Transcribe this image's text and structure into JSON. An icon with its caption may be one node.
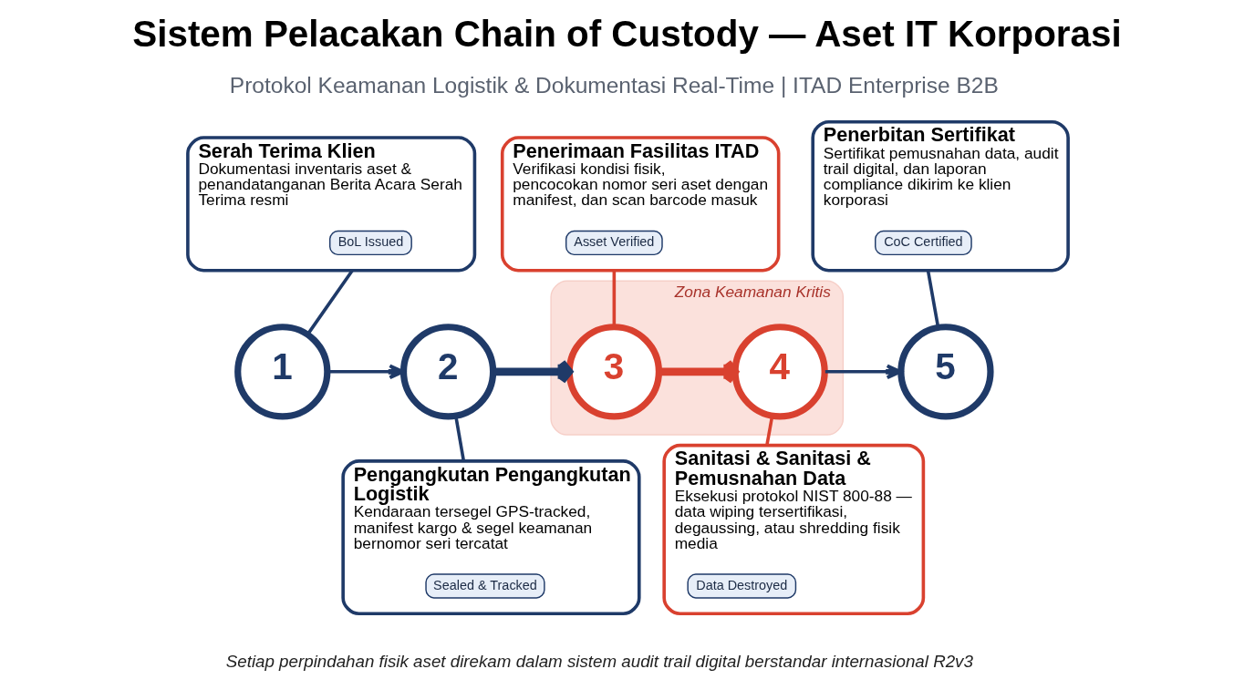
{
  "diagram": {
    "title": "Sistem Pelacakan Chain of Custody — Aset IT Korporasi",
    "caption": "Setiap perpindahan fisik aset direkam dalam sistem audit trail digital berstandar internasional R2v3",
    "nodes": [
      {
        "text": [
          "Serah Terima Klien",
          "Dokumentasi inventaris aset & penandatanganan Berita Acara Serah Terima resmi"
        ]
      },
      {
        "text": [
          "BoL Issued"
        ],
        "in": 0
      },
      {
        "text": [
          "Penerimaan Fasilitas ITAD",
          "Verifikasi kondisi fisik, pencocokan nomor seri aset dengan manifest, dan scan barcode masuk"
        ]
      },
      {
        "text": [
          "Asset Verified"
        ],
        "in": 2
      },
      {
        "text": [
          "Penerbitan Sertifikat",
          "Sertifikat pemusnahan data, audit trail digital, dan laporan compliance dikirim ke klien korporasi"
        ]
      },
      {
        "text": [
          "CoC Certified"
        ],
        "in": 4
      },
      {
        "text": [
          "1"
        ]
      },
      {
        "text": [
          "2"
        ]
      },
      {
        "text": [
          "Zona Keamanan Kritis"
        ]
      },
      {
        "text": [
          "3"
        ],
        "in": 8
      },
      {
        "text": [
          "4"
        ],
        "in": 8
      },
      {
        "text": [
          "5"
        ]
      },
      {
        "text": [
          "Pengangkutan Pengangkutan Logistik",
          "Kendaraan tersegel GPS-tracked, manifest kargo & segel keamanan bernomor seri tercatat"
        ]
      },
      {
        "text": [
          "Sealed & Tracked"
        ],
        "in": 12
      },
      {
        "text": [
          "Sanitasi & Sanitasi & Pemusnahan Data",
          "Eksekusi protokol NIST 800-88 — data wiping tersertifikasi, degaussing, atau shredding fisik media"
        ]
      },
      {
        "text": [
          "Data Destroyed"
        ],
        "in": 14
      }
    ],
    "edges": [
      {
        "from": 0,
        "to": 6,
        "arrow": "none"
      },
      {
        "from": 6,
        "to": 7,
        "arrow": "to"
      },
      {
        "from": 7,
        "to": 12,
        "arrow": "none"
      },
      {
        "from": 7,
        "to": 9,
        "arrow": "to",
        "style": "thick"
      },
      {
        "from": 2,
        "to": 9,
        "arrow": "none",
        "color": "#d9412f"
      },
      {
        "from": 9,
        "to": 10,
        "arrow": "to",
        "style": "thick",
        "color": "#d9412f"
      },
      {
        "from": 10,
        "to": 14,
        "arrow": "none",
        "color": "#d9412f"
      },
      {
        "from": 10,
        "to": 11,
        "arrow": "to"
      },
      {
        "from": 4,
        "to": 11,
        "arrow": "none"
      }
    ],
    "labels": [
      "Protokol Keamanan Logistik & Dokumentasi Real-Time | ITAD Enterprise B2B"
    ]
  }
}
